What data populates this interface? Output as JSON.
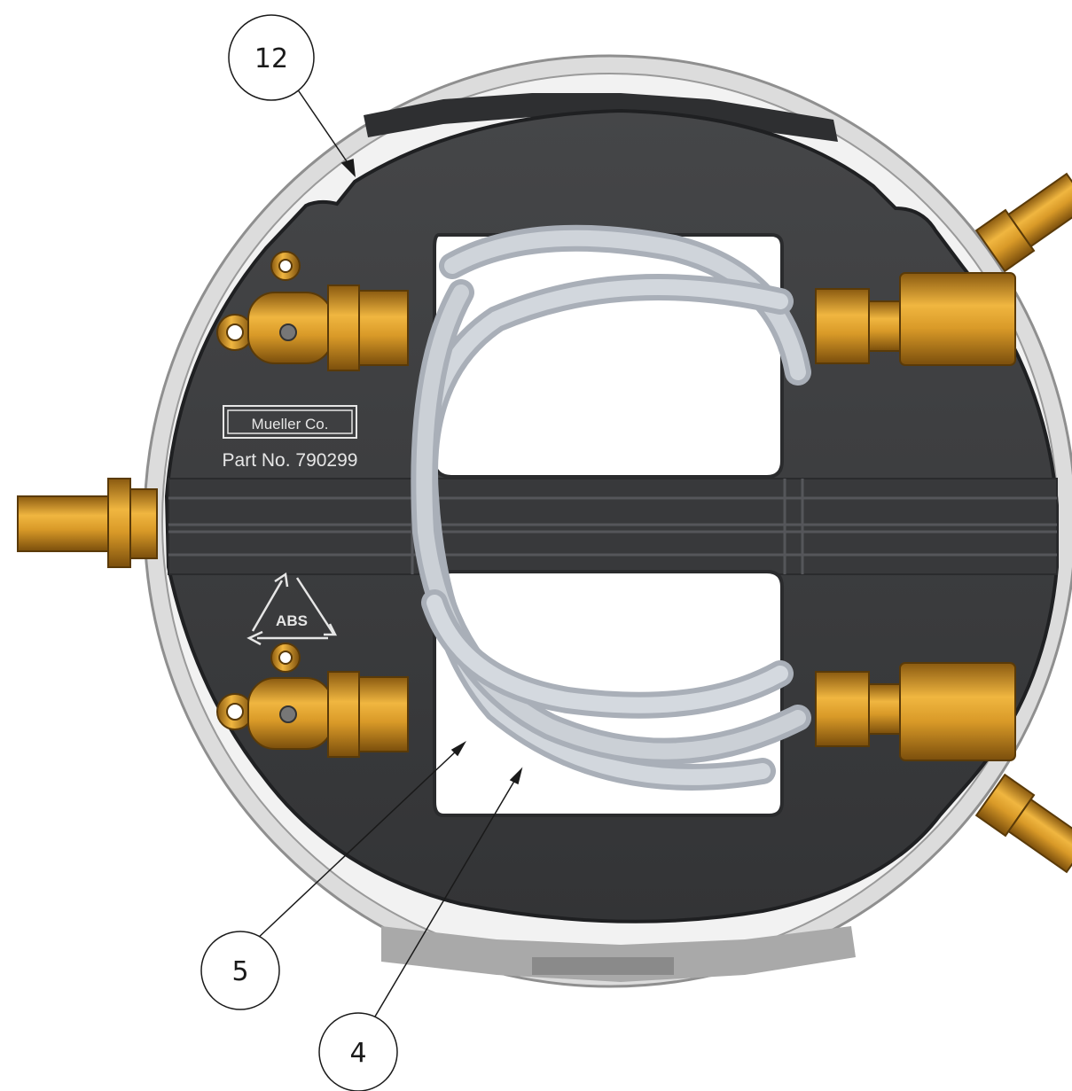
{
  "callouts": [
    {
      "id": "c12",
      "label": "12"
    },
    {
      "id": "c5",
      "label": "5"
    },
    {
      "id": "c4",
      "label": "4"
    }
  ],
  "markings": {
    "brand": "Mueller Co.",
    "part_number": "Part No. 790299",
    "material": "ABS"
  },
  "colors": {
    "ring": "#e4e4e4",
    "plate": "#3c3d3f",
    "plate_edge": "#2a2b2d",
    "hose": "#c4c9d0",
    "brass": "#c98a1e",
    "brass_light": "#f0b640"
  }
}
